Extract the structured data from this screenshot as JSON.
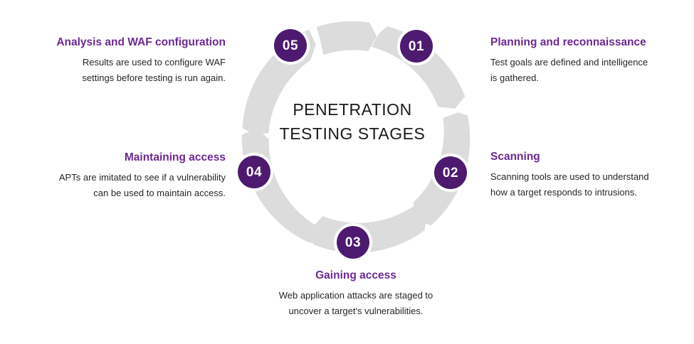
{
  "center": {
    "line1": "PENETRATION",
    "line2": "TESTING STAGES"
  },
  "colors": {
    "badge_purple": "#4d1a70",
    "heading_purple": "#6b2a8f",
    "ring_gray": "#dcdcdc",
    "body_text": "#262626",
    "background": "#ffffff"
  },
  "stages": [
    {
      "number": "01",
      "heading": "Planning and reconnaissance",
      "body_line1": "Test goals are defined and intelligence",
      "body_line2": "is gathered.",
      "align": "right"
    },
    {
      "number": "02",
      "heading": "Scanning",
      "body_line1": "Scanning tools are used to understand",
      "body_line2": "how a target responds to intrusions.",
      "align": "right"
    },
    {
      "number": "03",
      "heading": "Gaining access",
      "body_line1": "Web application attacks are staged to",
      "body_line2": "uncover a target's vulnerabilities.",
      "align": "center"
    },
    {
      "number": "04",
      "heading": "Maintaining access",
      "body_line1": "APTs are imitated to see if a vulnerability",
      "body_line2": "can be used to maintain access.",
      "align": "left"
    },
    {
      "number": "05",
      "heading": "Analysis and WAF configuration",
      "body_line1": "Results are used to configure WAF",
      "body_line2": "settings before testing is run again.",
      "align": "left"
    }
  ]
}
